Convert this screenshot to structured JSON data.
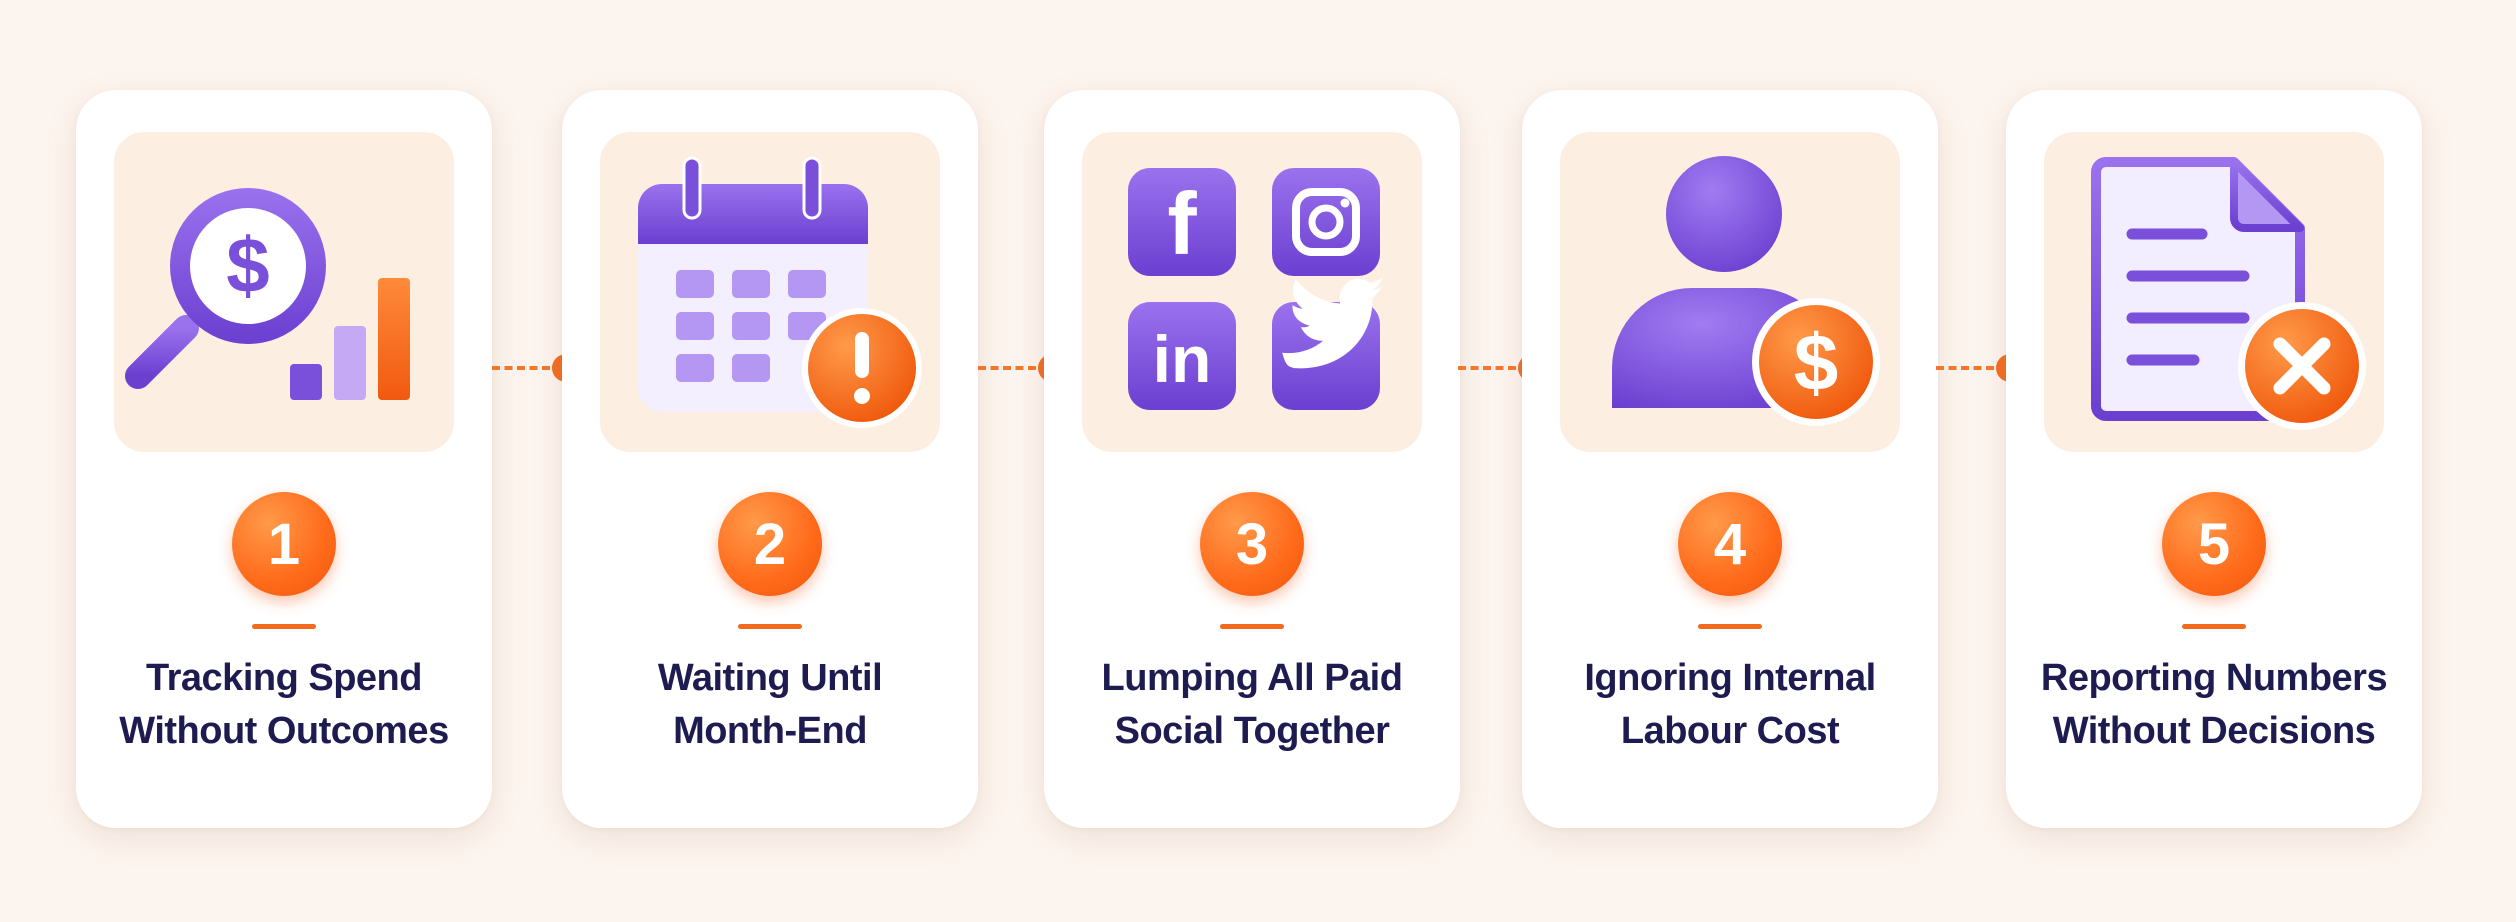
{
  "colors": {
    "background": "#fcf4ee",
    "card": "#ffffff",
    "icon_tile": "#fdeee2",
    "accent_orange": "#f26a1e",
    "accent_purple": "#7a4fd9",
    "title_text": "#1d1b4f"
  },
  "steps": [
    {
      "number": "1",
      "title_line1": "Tracking Spend",
      "title_line2": "Without Outcomes",
      "icon": "dollar-magnifier-bar-chart-icon"
    },
    {
      "number": "2",
      "title_line1": "Waiting Until",
      "title_line2": "Month-End",
      "icon": "calendar-warning-icon"
    },
    {
      "number": "3",
      "title_line1": "Lumping All Paid",
      "title_line2": "Social Together",
      "icon": "social-media-grid-icon"
    },
    {
      "number": "4",
      "title_line1": "Ignoring Internal",
      "title_line2": "Labour Cost",
      "icon": "person-dollar-icon"
    },
    {
      "number": "5",
      "title_line1": "Reporting Numbers",
      "title_line2": "Without Decisions",
      "icon": "document-cancel-icon"
    }
  ]
}
